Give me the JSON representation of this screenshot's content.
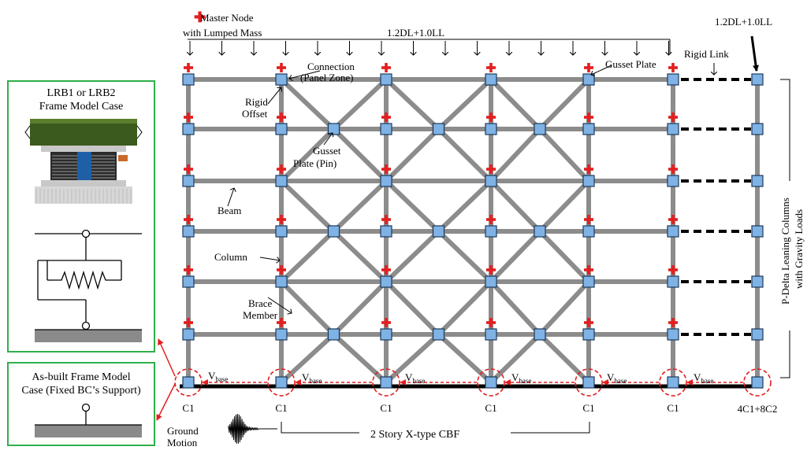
{
  "labels": {
    "master_node_line1": "Master Node",
    "master_node_line2": "with Lumped Mass",
    "load_main": "1.2DL+1.0LL",
    "load_right": "1.2DL+1.0LL",
    "connection_line1": "Connection",
    "connection_line2": "(Panel Zone)",
    "gusset_plate": "Gusset Plate",
    "rigid_link": "Rigid Link",
    "rigid_offset_line1": "Rigid",
    "rigid_offset_line2": "Offset",
    "gusset_pin_line1": "Gusset",
    "gusset_pin_line2": "Plate (Pin)",
    "beam": "Beam",
    "column": "Column",
    "brace_line1": "Brace",
    "brace_line2": "Member",
    "leaning_line1": "P-Delta Leaning Columns",
    "leaning_line2": "with Gravity Loads",
    "vbase": "V",
    "vbase_sub": "base",
    "ground_line1": "Ground",
    "ground_line2": "Motion",
    "cbf": "2 Story X-type CBF",
    "lrb_line1": "LRB1 or LRB2",
    "lrb_line2": "Frame Model Case",
    "asbuilt_line1": "As-built Frame Model",
    "asbuilt_line2": "Case (Fixed BC’s Support)",
    "base_labels": [
      "C1",
      "C1",
      "C1",
      "C1",
      "C1",
      "C1",
      "4C1+8C2"
    ]
  },
  "colors": {
    "member": "#8c8c8c",
    "node_fill": "#7fb2e5",
    "node_stroke": "#1f3b5a",
    "master_node": "#e41e1e",
    "panel_border": "#2db04b",
    "circle": "#e41e1e",
    "isolator_top": "#3b5a1e",
    "isolator_core": "#1f5fa8"
  }
}
